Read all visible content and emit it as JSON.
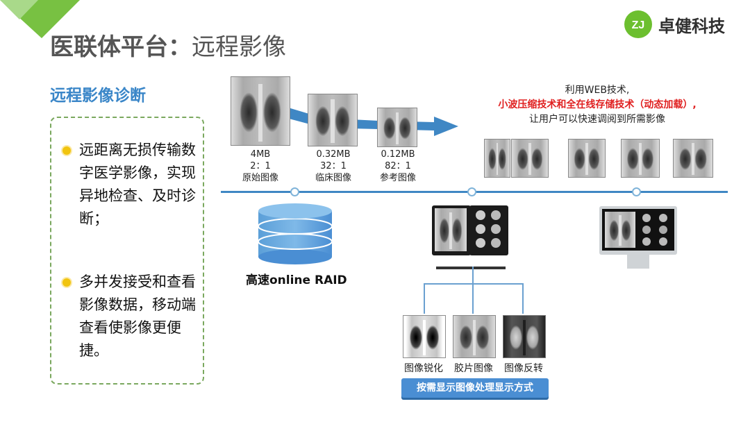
{
  "header": {
    "title_main": "医联体平台：",
    "title_sub": "远程影像",
    "logo_text": "卓健科技",
    "logo_mark": "ZJ"
  },
  "left_panel": {
    "heading": "远程影像诊断",
    "bullets": [
      "远距离无损传输数字医学影像，实现异地检查、及时诊断；",
      "多并发接受和查看影像数据，移动端查看使影像更便捷。"
    ]
  },
  "compression": {
    "stages": [
      {
        "size": "4MB",
        "ratio": "2：1",
        "name": "原始图像"
      },
      {
        "size": "0.32MB",
        "ratio": "32：1",
        "name": "临床图像"
      },
      {
        "size": "0.12MB",
        "ratio": "82：1",
        "name": "参考图像"
      }
    ]
  },
  "note": {
    "line1": "利用WEB技术,",
    "line2": "小波压缩技术和全在线存储技术（动态加载）,",
    "line3": "让用户可以快速调阅到所需影像"
  },
  "storage": {
    "label": "高速online RAID"
  },
  "processing": {
    "modes": [
      "图像锐化",
      "胶片图像",
      "图像反转"
    ],
    "button_label": "按需显示图像处理显示方式"
  },
  "colors": {
    "accent_blue": "#3f87c4",
    "green": "#6cbf2f",
    "highlight_red": "#e02020",
    "bullet_yellow": "#f1c40f"
  },
  "icons": [
    "corner-triangle",
    "logo-mark",
    "database-icon",
    "monitor-icon",
    "arrow-icon"
  ]
}
